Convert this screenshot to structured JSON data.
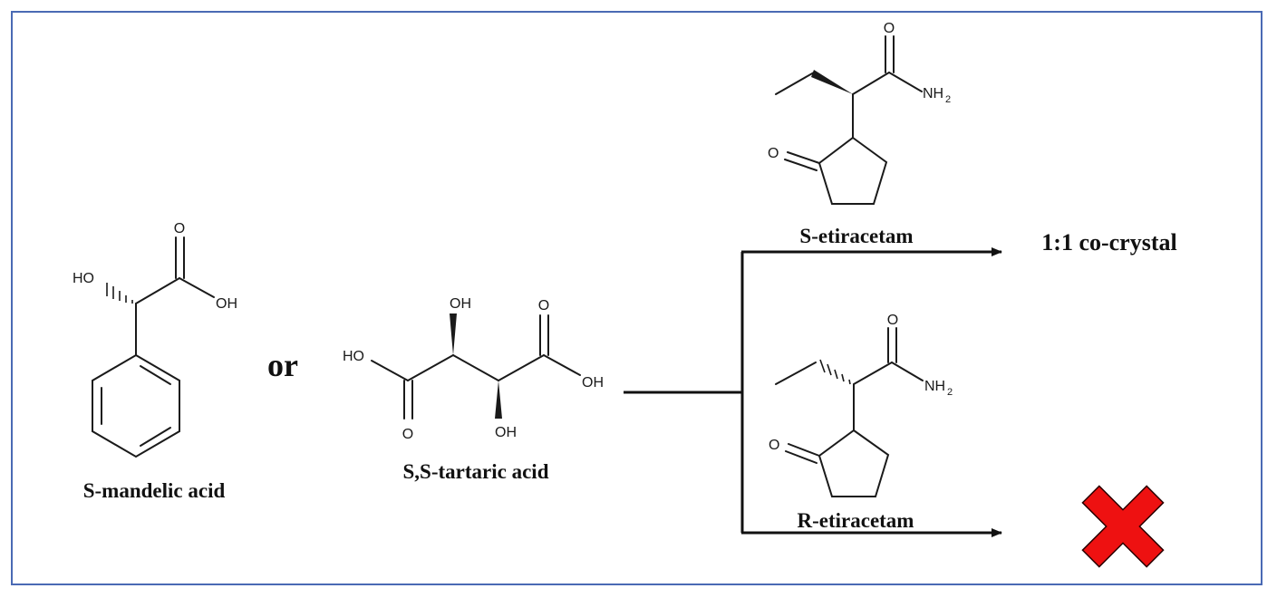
{
  "labels": {
    "mandelic": "S-mandelic acid",
    "or": "or",
    "tartaric": "S,S-tartaric acid",
    "s_etiracetam": "S-etiracetam",
    "r_etiracetam": "R-etiracetam",
    "result_s": "1:1 co-crystal"
  },
  "atoms": {
    "O": "O",
    "OH": "OH",
    "HO": "HO",
    "NH": "NH",
    "sub2": "2"
  },
  "colors": {
    "frame": "#4a6ab4",
    "cross": "#ee1111"
  },
  "icons": {
    "failure": "red-cross-icon"
  }
}
